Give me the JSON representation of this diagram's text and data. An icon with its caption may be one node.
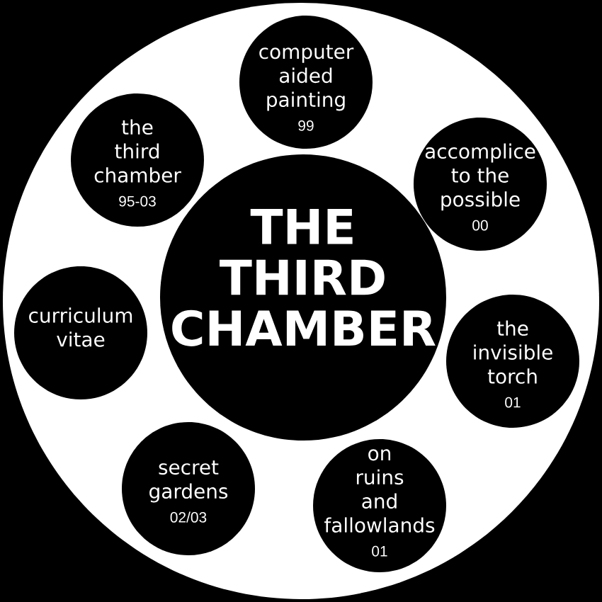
{
  "diagram": {
    "nodes": [
      {
        "text": [
          "THE THIRD CHAMBER"
        ]
      },
      {
        "text": [
          "computer aided painting",
          "99"
        ]
      },
      {
        "text": [
          "accomplice to the possible",
          "00"
        ]
      },
      {
        "text": [
          "the invisible torch",
          "01"
        ]
      },
      {
        "text": [
          "on ruins and fallowlands",
          "01"
        ]
      },
      {
        "text": [
          "secret gardens",
          "02/03"
        ]
      },
      {
        "text": [
          "curriculum vitae"
        ]
      },
      {
        "text": [
          "the third chamber",
          "95-03"
        ]
      }
    ]
  }
}
